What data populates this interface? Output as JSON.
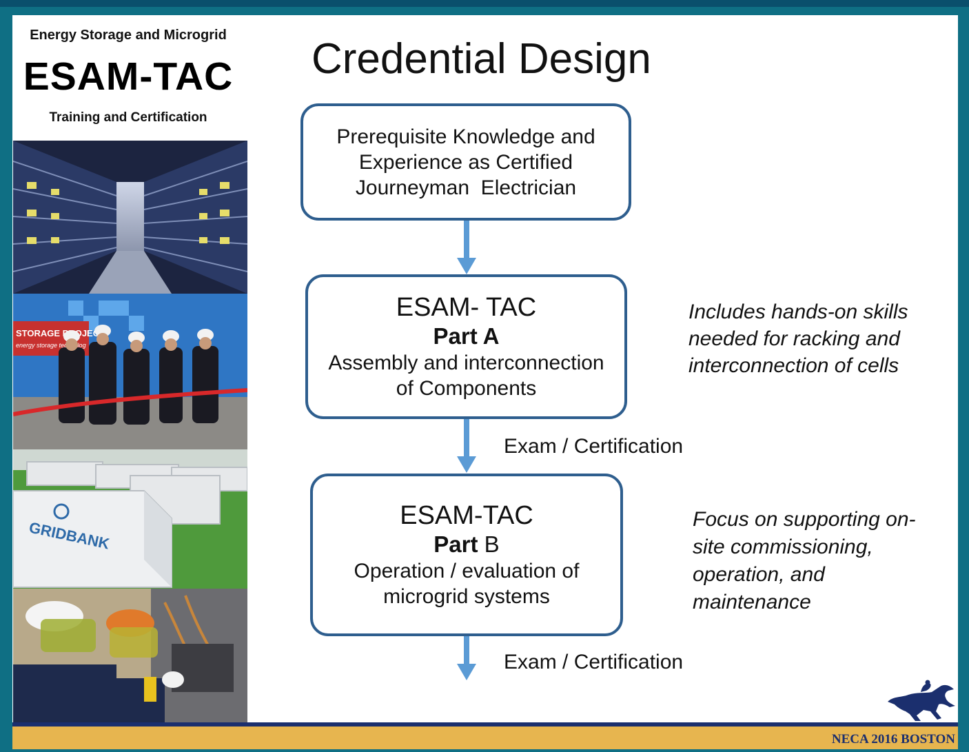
{
  "sidebar": {
    "brand_top": "Energy Storage and Microgrid",
    "brand_main": "ESAM-TAC",
    "brand_sub": "Training and Certification",
    "photo2_banner": "STORAGE PROJECT",
    "photo2_banner_sub": "energy storage technolog",
    "photo3_logo": "GRIDBANK"
  },
  "slide": {
    "title": "Credential Design"
  },
  "flow": {
    "box1": {
      "line1": "Prerequisite Knowledge and",
      "line2": "Experience as Certified",
      "line3": "Journeyman  Electrician"
    },
    "box2": {
      "title": "ESAM- TAC",
      "part": "Part A",
      "line1": "Assembly and interconnection",
      "line2": "of Components"
    },
    "box3": {
      "title": "ESAM-TAC",
      "part_bold": "Part",
      "part_rest": " B",
      "line1": "Operation / evaluation of",
      "line2": "microgrid systems"
    },
    "exam1": "Exam / Certification",
    "exam2": "Exam / Certification"
  },
  "notes": {
    "partA": [
      "Includes hands-on skills",
      "needed for racking and",
      "interconnection of cells"
    ],
    "partB": [
      "Focus on supporting on-",
      "site commissioning,",
      "operation, and",
      "maintenance"
    ]
  },
  "footer": {
    "text": "NECA 2016 BOSTON"
  },
  "colors": {
    "frame": "#0f6f84",
    "box_border": "#2e5e8e",
    "arrow": "#5b9bd5",
    "footer_band": "#e7b54f",
    "footer_text": "#1b2f6e"
  }
}
